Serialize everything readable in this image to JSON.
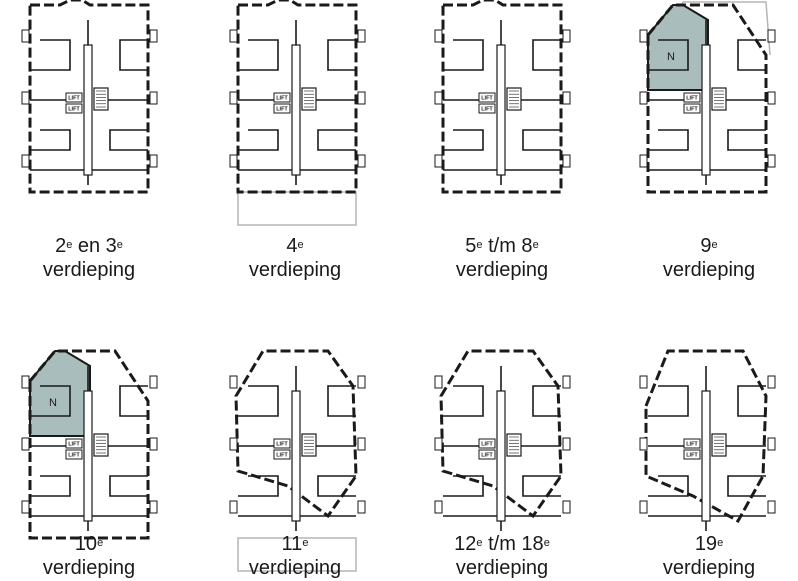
{
  "lift_label": "LIFT",
  "apartment_marker": "N",
  "colors": {
    "line": "#1a1a1a",
    "highlight": "#a9bdbd",
    "terrace": "#b5b5b5"
  },
  "plans": [
    {
      "id": "p1",
      "number": "2",
      "sup": "e",
      "mid": " en 3",
      "sup2": "e",
      "line2": "verdieping",
      "highlight": false,
      "terrace": "none"
    },
    {
      "id": "p2",
      "number": "4",
      "sup": "e",
      "mid": "",
      "sup2": "",
      "line2": "verdieping",
      "highlight": false,
      "terrace": "bottom"
    },
    {
      "id": "p3",
      "number": "5",
      "sup": "e",
      "mid": " t/m 8",
      "sup2": "e",
      "line2": "verdieping",
      "highlight": false,
      "terrace": "none"
    },
    {
      "id": "p4",
      "number": "9",
      "sup": "e",
      "mid": "",
      "sup2": "",
      "line2": "verdieping",
      "highlight": true,
      "terrace": "top"
    },
    {
      "id": "p5",
      "number": "10",
      "sup": "e",
      "mid": "",
      "sup2": "",
      "line2": "verdieping",
      "highlight": true,
      "terrace": "none"
    },
    {
      "id": "p6",
      "number": "11",
      "sup": "e",
      "mid": "",
      "sup2": "",
      "line2": "verdieping",
      "highlight": false,
      "terrace": "bottom"
    },
    {
      "id": "p7",
      "number": "12",
      "sup": "e",
      "mid": " t/m 18",
      "sup2": "e",
      "line2": "verdieping",
      "highlight": false,
      "terrace": "none"
    },
    {
      "id": "p8",
      "number": "19",
      "sup": "e",
      "mid": "",
      "sup2": "",
      "line2": "verdieping",
      "highlight": false,
      "terrace": "none"
    }
  ]
}
